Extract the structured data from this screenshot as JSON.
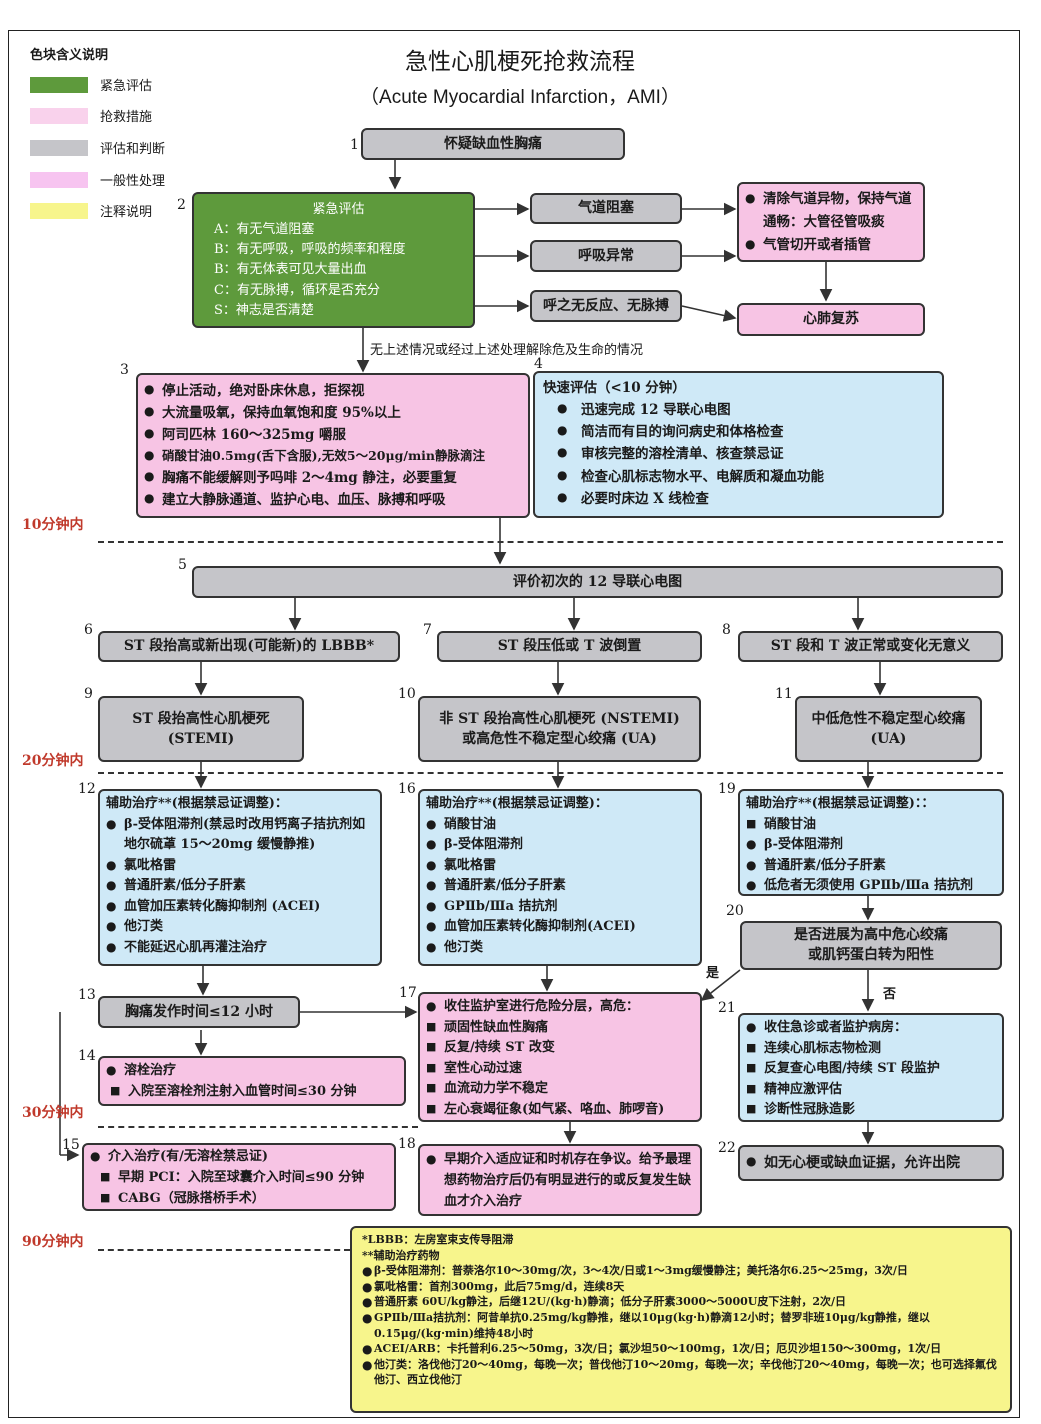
{
  "title": "急性心肌梗死抢救流程",
  "subtitle": "（Acute Myocardial Infarction，AMI）",
  "legend": {
    "heading": "色块含义说明",
    "items": [
      {
        "label": "紧急评估",
        "color": "#5e9a3c"
      },
      {
        "label": "抢救措施",
        "color": "#f9d2ec"
      },
      {
        "label": "评估和判断",
        "color": "#c5c5c9"
      },
      {
        "label": "一般性处理",
        "color": "#f7c4f0"
      },
      {
        "label": "注释说明",
        "color": "#f7f58c"
      }
    ]
  },
  "colors": {
    "green": "#5e9a3c",
    "pink": "#f7c4e4",
    "gray": "#c5c5c9",
    "blue": "#cfe9f7",
    "yellow": "#f7f58c",
    "time_red": "#c0392b"
  },
  "nodes": {
    "n1": {
      "num": "1",
      "text": "怀疑缺血性胸痛"
    },
    "n2": {
      "num": "2",
      "heading": "紧急评估",
      "lines": [
        "A：有无气道阻塞",
        "B：有无呼吸，呼吸的频率和程度",
        "B：有无体表可见大量出血",
        "C：有无脉搏，循环是否充分",
        "S：神志是否清楚"
      ]
    },
    "airway": "气道阻塞",
    "breath": "呼吸异常",
    "noresp": "呼之无反应、无脉搏",
    "clear": {
      "items": [
        "清除气道异物，保持气道通畅：大管径管吸痰",
        "气管切开或者插管"
      ]
    },
    "cpr": "心肺复苏",
    "pass_label": "无上述情况或经过上述处理解除危及生命的情况",
    "n3": {
      "num": "3",
      "items": [
        "停止活动，绝对卧床休息，拒探视",
        "大流量吸氧，保持血氧饱和度 95%以上",
        "阿司匹林 160～325mg 嚼服",
        "硝酸甘油0.5mg(舌下含服),无效5～20μg/min静脉滴注",
        "胸痛不能缓解则予吗啡 2～4mg 静注，必要重复",
        "建立大静脉通道、监护心电、血压、脉搏和呼吸"
      ]
    },
    "n4": {
      "num": "4",
      "heading": "快速评估（<10 分钟）",
      "items": [
        "迅速完成 12 导联心电图",
        "简洁而有目的询问病史和体格检查",
        "审核完整的溶栓清单、核查禁忌证",
        "检查心肌标志物水平、电解质和凝血功能",
        "必要时床边 X 线检查"
      ]
    },
    "n5": {
      "num": "5",
      "text": "评价初次的 12 导联心电图"
    },
    "n6": {
      "num": "6",
      "text": "ST 段抬高或新出现(可能新)的 LBBB*"
    },
    "n7": {
      "num": "7",
      "text": "ST 段压低或 T 波倒置"
    },
    "n8": {
      "num": "8",
      "text": "ST 段和 T 波正常或变化无意义"
    },
    "n9": {
      "num": "9",
      "line1": "ST 段抬高性心肌梗死",
      "line2": "(STEMI)"
    },
    "n10": {
      "num": "10",
      "line1": "非 ST 段抬高性心肌梗死 (NSTEMI)",
      "line2": "或高危性不稳定型心绞痛 (UA)"
    },
    "n11": {
      "num": "11",
      "line1": "中低危性不稳定型心绞痛",
      "line2": "(UA)"
    },
    "n12": {
      "num": "12",
      "heading": "辅助治疗**(根据禁忌证调整)：",
      "items": [
        "β-受体阻滞剂(禁忌时改用钙离子拮抗剂如地尔硫䓬 15～20mg 缓慢静推)",
        "氯吡格雷",
        "普通肝素/低分子肝素",
        "血管加压素转化酶抑制剂 (ACEI)",
        "他汀类",
        "不能延迟心肌再灌注治疗"
      ]
    },
    "n16": {
      "num": "16",
      "heading": "辅助治疗**(根据禁忌证调整)：",
      "items": [
        "硝酸甘油",
        "β-受体阻滞剂",
        "氯吡格雷",
        "普通肝素/低分子肝素",
        "GPⅡb/Ⅲa 拮抗剂",
        "血管加压素转化酶抑制剂(ACEI)",
        "他汀类"
      ]
    },
    "n19": {
      "num": "19",
      "heading": "辅助治疗**(根据禁忌证调整)：：",
      "items": [
        "硝酸甘油",
        "β-受体阻滞剂",
        "普通肝素/低分子肝素",
        "低危者无须使用 GPⅡb/Ⅲa 拮抗剂"
      ]
    },
    "n20": {
      "num": "20",
      "line1": "是否进展为高中危心绞痛",
      "line2": "或肌钙蛋白转为阳性"
    },
    "yes": "是",
    "no": "否",
    "n13": {
      "num": "13",
      "text": "胸痛发作时间≤12 小时"
    },
    "n17": {
      "num": "17",
      "items": [
        "收住监护室进行危险分层，高危：",
        "顽固性缺血性胸痛",
        "反复/持续 ST 改变",
        "室性心动过速",
        "血流动力学不稳定",
        "左心衰竭征象(如气紧、咯血、肺啰音)"
      ]
    },
    "n21": {
      "num": "21",
      "items": [
        "收住急诊或者监护病房：",
        "连续心肌标志物检测",
        "反复查心电图/持续 ST 段监护",
        "精神应激评估",
        "诊断性冠脉造影"
      ]
    },
    "n14": {
      "num": "14",
      "items": [
        "溶栓治疗",
        "入院至溶栓剂注射入血管时间≤30 分钟"
      ]
    },
    "n15": {
      "num": "15",
      "items": [
        "介入治疗(有/无溶栓禁忌证)",
        "早期 PCI：入院至球囊介入时间≤90 分钟",
        "CABG（冠脉搭桥手术）"
      ]
    },
    "n18": {
      "num": "18",
      "text": "早期介入适应证和时机存在争议。给予最理想药物治疗后仍有明显进行的或反复发生缺血才介入治疗"
    },
    "n22": {
      "num": "22",
      "text": "如无心梗或缺血证据，允许出院"
    }
  },
  "time_marks": [
    "10分钟内",
    "20分钟内",
    "30分钟内",
    "90分钟内"
  ],
  "notes": [
    "*LBBB：左房室束支传导阻滞",
    "**辅助治疗药物",
    "β-受体阻滞剂：普萘洛尔10～30mg/次，3～4次/日或1～3mg缓慢静注；美托洛尔6.25～25mg，3次/日",
    "氯吡格雷：首剂300mg，此后75mg/d，连续8天",
    "普通肝素 60U/kg静注，后继12U/(kg·h)静滴；低分子肝素3000～5000U皮下注射，2次/日",
    "GPⅡb/Ⅲa拮抗剂：阿昔单抗0.25mg/kg静推，继以10μg(kg·h)静滴12小时；替罗非班10μg/kg静推，继以0.15μg/(kg·min)维持48小时",
    "ACEI/ARB：卡托普利6.25～50mg，3次/日；氯沙坦50～100mg，1次/日；厄贝沙坦150～300mg，1次/日",
    "他汀类：洛伐他汀20～40mg，每晚一次；普伐他汀10～20mg，每晚一次；辛伐他汀20～40mg，每晚一次；也可选择氟伐他汀、西立伐他汀"
  ]
}
